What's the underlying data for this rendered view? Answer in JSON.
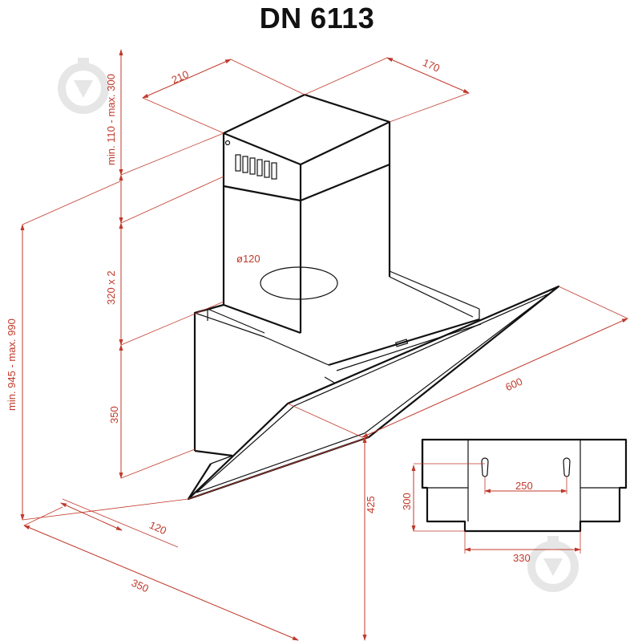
{
  "title": "DN 6113",
  "dimensions": {
    "top_width": "210",
    "top_depth": "170",
    "chimney_range": "min. 110 - max. 300",
    "chimney_height": "320 x 2",
    "duct_diameter": "ø120",
    "body_height": "350",
    "total_height": "min. 945 - max. 990",
    "width": "600",
    "glass_height": "425",
    "front_offset": "120",
    "depth": "350",
    "mount_spacing": "250",
    "mount_height": "300",
    "mount_width": "330"
  },
  "colors": {
    "dimension_lines": "#c0392b",
    "outline": "#111111",
    "watermark": "#e6e6e6"
  },
  "icons": [
    "watermark-logo-icon",
    "watermark-logo-icon"
  ]
}
